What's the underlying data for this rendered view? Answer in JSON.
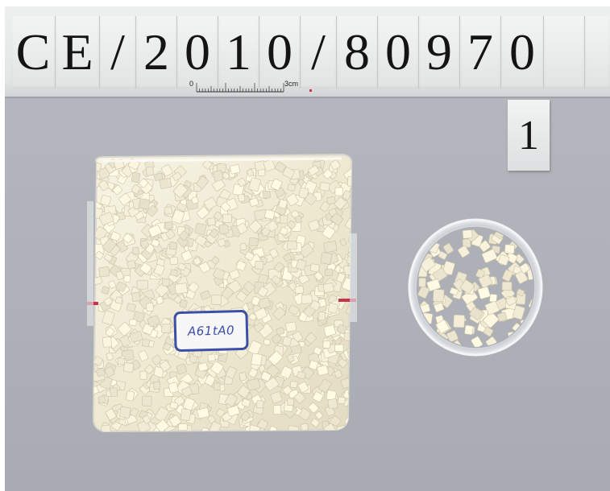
{
  "label_strip": {
    "characters": [
      "C",
      "E",
      "/",
      "2",
      "0",
      "1",
      "0",
      "/",
      "8",
      "0",
      "9",
      "7",
      "0"
    ],
    "ruler": {
      "zero_label": "0",
      "end_label": "3cm"
    }
  },
  "sample_number": "1",
  "bag_label": "A61tA0",
  "colors": {
    "backdrop": "#aeb2b8",
    "pellet": "#f1ecd6",
    "tag_border": "#3b4fa8",
    "ruler_mark": "#d0334a"
  }
}
